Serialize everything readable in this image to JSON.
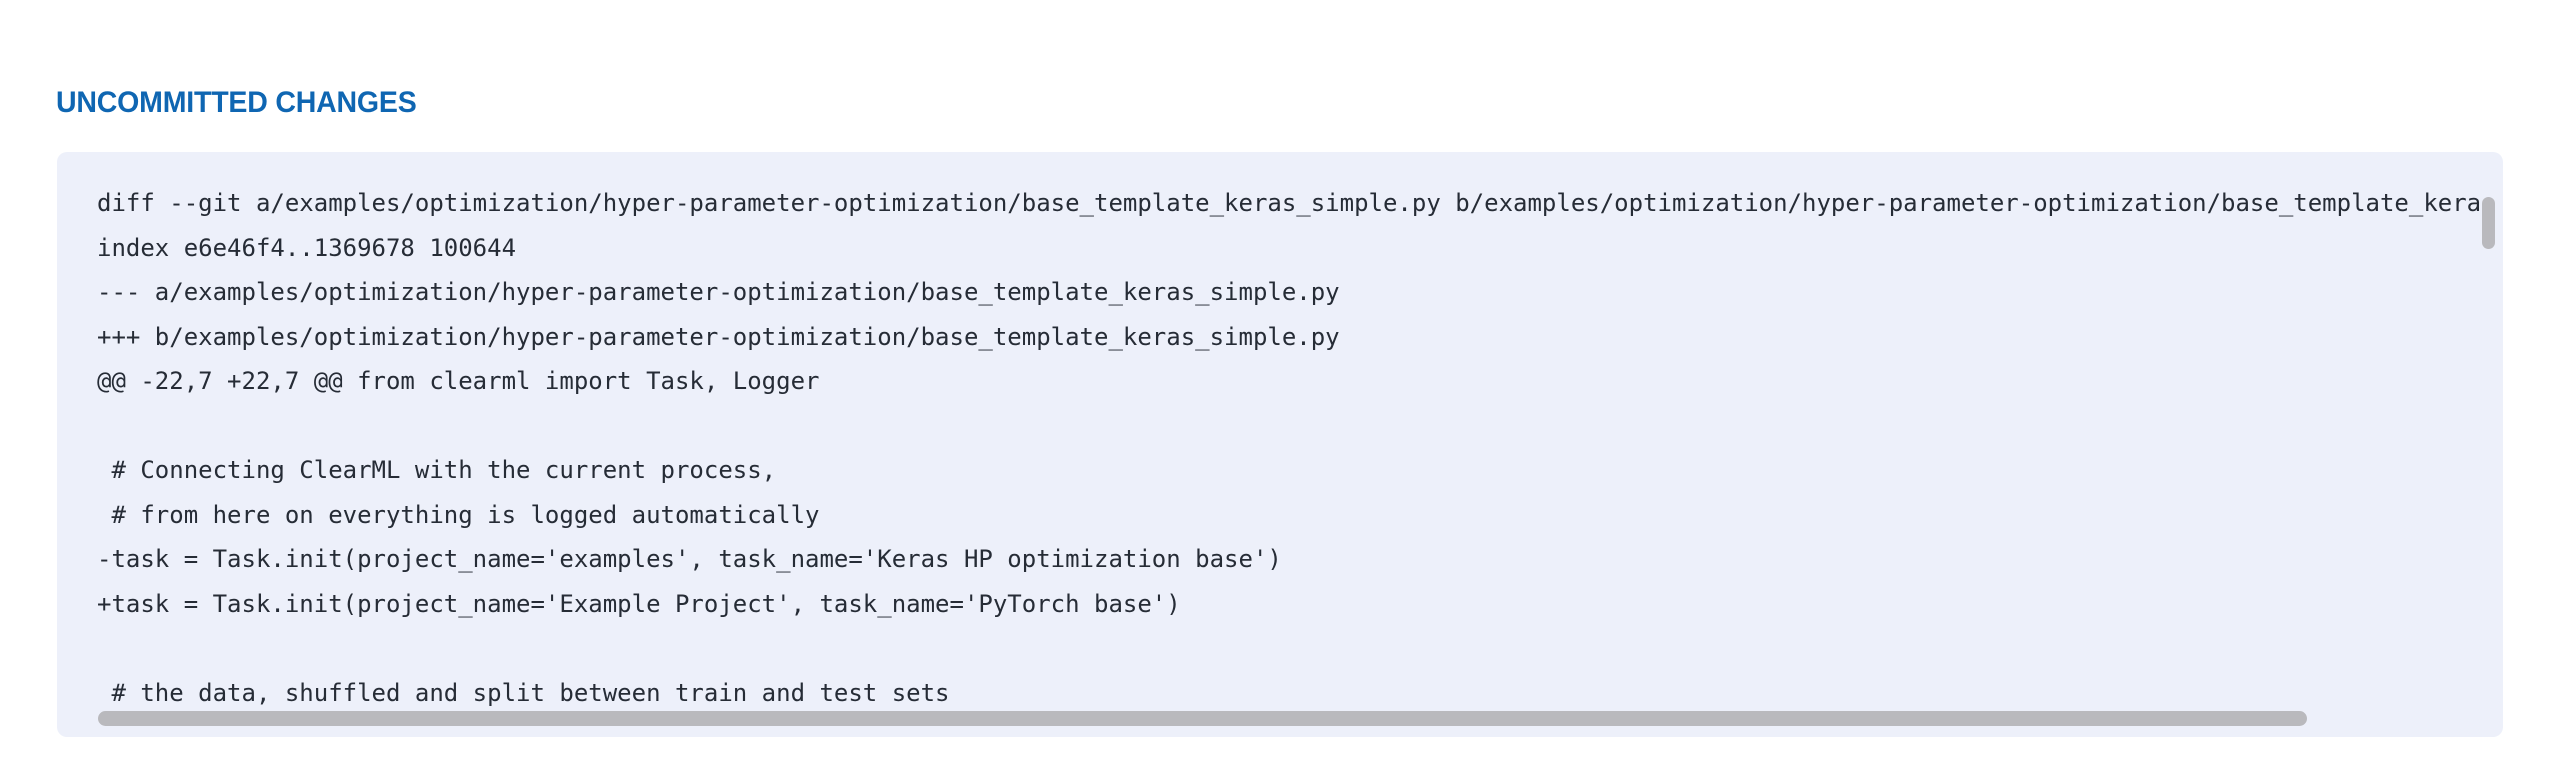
{
  "colors": {
    "title_blue": "#0f66b2",
    "panel_background": "#edf0fa",
    "diff_text": "#262c36",
    "scrollbar_thumb": "#b9b9bd"
  },
  "section": {
    "title": "UNCOMMITTED CHANGES"
  },
  "diff_panel": {
    "lines": [
      "diff --git a/examples/optimization/hyper-parameter-optimization/base_template_keras_simple.py b/examples/optimization/hyper-parameter-optimization/base_template_keras_simple.py",
      "index e6e46f4..1369678 100644",
      "--- a/examples/optimization/hyper-parameter-optimization/base_template_keras_simple.py",
      "+++ b/examples/optimization/hyper-parameter-optimization/base_template_keras_simple.py",
      "@@ -22,7 +22,7 @@ from clearml import Task, Logger",
      "",
      " # Connecting ClearML with the current process,",
      " # from here on everything is logged automatically",
      "-task = Task.init(project_name='examples', task_name='Keras HP optimization base')",
      "+task = Task.init(project_name='Example Project', task_name='PyTorch base')",
      "",
      " # the data, shuffled and split between train and test sets"
    ]
  }
}
